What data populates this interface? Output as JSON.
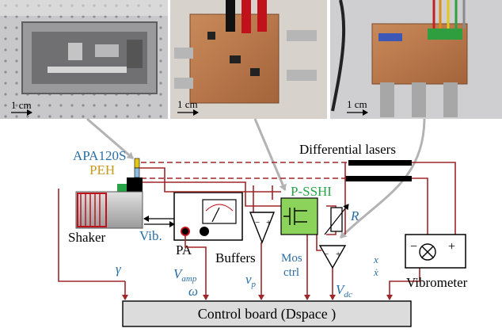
{
  "photos": {
    "scale_left": "1 cm",
    "scale_middle": "1 cm",
    "scale_right": "1 cm"
  },
  "labels": {
    "differential_lasers": "Differential lasers",
    "apa": "APA120S",
    "peh": "PEH",
    "p_sshi": "P-SSHI",
    "r": "R",
    "shaker": "Shaker",
    "vib": "Vib.",
    "pa": "PA",
    "buffers": "Buffers",
    "mos_line1": "Mos",
    "mos_line2": "ctrl",
    "gamma": "γ",
    "v_amp": "V",
    "v_amp_sub": "amp",
    "omega": "ω",
    "v_p": "v",
    "v_p_sub": "p",
    "v_dc": "V",
    "v_dc_sub": "dc",
    "x": "x",
    "x_dot": "ẋ",
    "vibrometer": "Vibrometer",
    "vibro_minus": "−",
    "vibro_plus": "+",
    "control_board": "Control board (Dspace )"
  },
  "colors": {
    "wire": "#a0262a",
    "label_blue": "#2a6ea6",
    "label_gold": "#c79a1c",
    "sshi_green": "#27a348",
    "sshi_fill": "#8bd35a",
    "board_fill": "#dcdcdc",
    "grey_arrow": "#b3b3b3"
  }
}
